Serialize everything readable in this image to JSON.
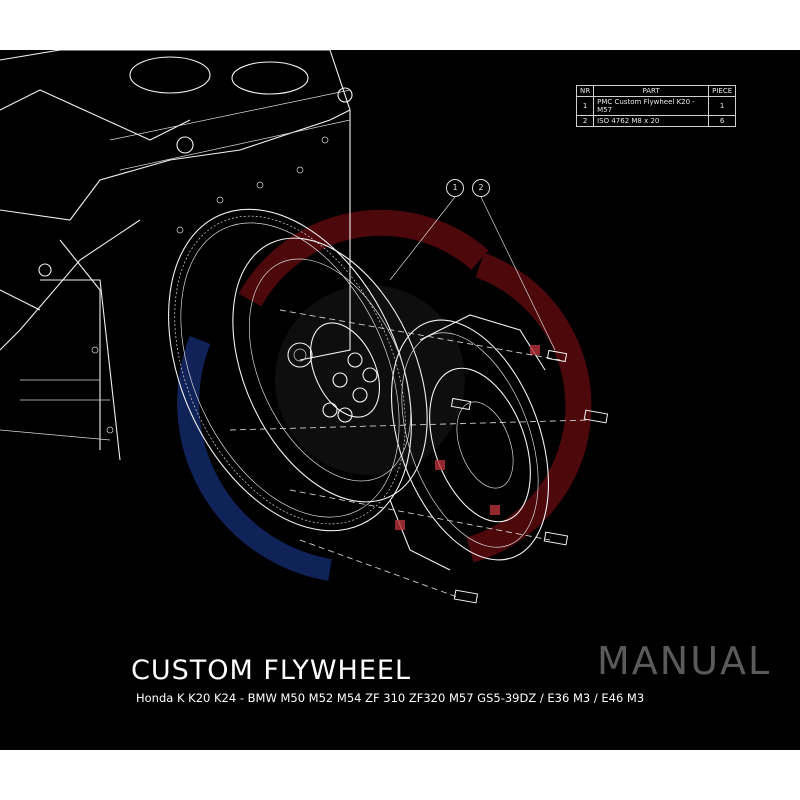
{
  "parts_table": {
    "headers": [
      "NR",
      "PART",
      "PIECE"
    ],
    "rows": [
      {
        "nr": "1",
        "part": "PMC Custom Flywheel K20 - M57",
        "piece": "1"
      },
      {
        "nr": "2",
        "part": "ISO 4762 M8 x 20",
        "piece": "6"
      }
    ]
  },
  "callouts": [
    "1",
    "2"
  ],
  "title": "CUSTOM FLYWHEEL",
  "subtitle": "Honda K K20 K24 - BMW M50 M52 M54 ZF 310 ZF320 M57 GS5-39DZ /  E36 M3 / E46 M3",
  "watermark": "MANUAL",
  "colors": {
    "background": "#000000",
    "page": "#ffffff",
    "line_art": "#f2f2f2",
    "logo_red": "#c0141e",
    "logo_blue": "#1e3fa0",
    "watermark": "#5a5a5a"
  }
}
